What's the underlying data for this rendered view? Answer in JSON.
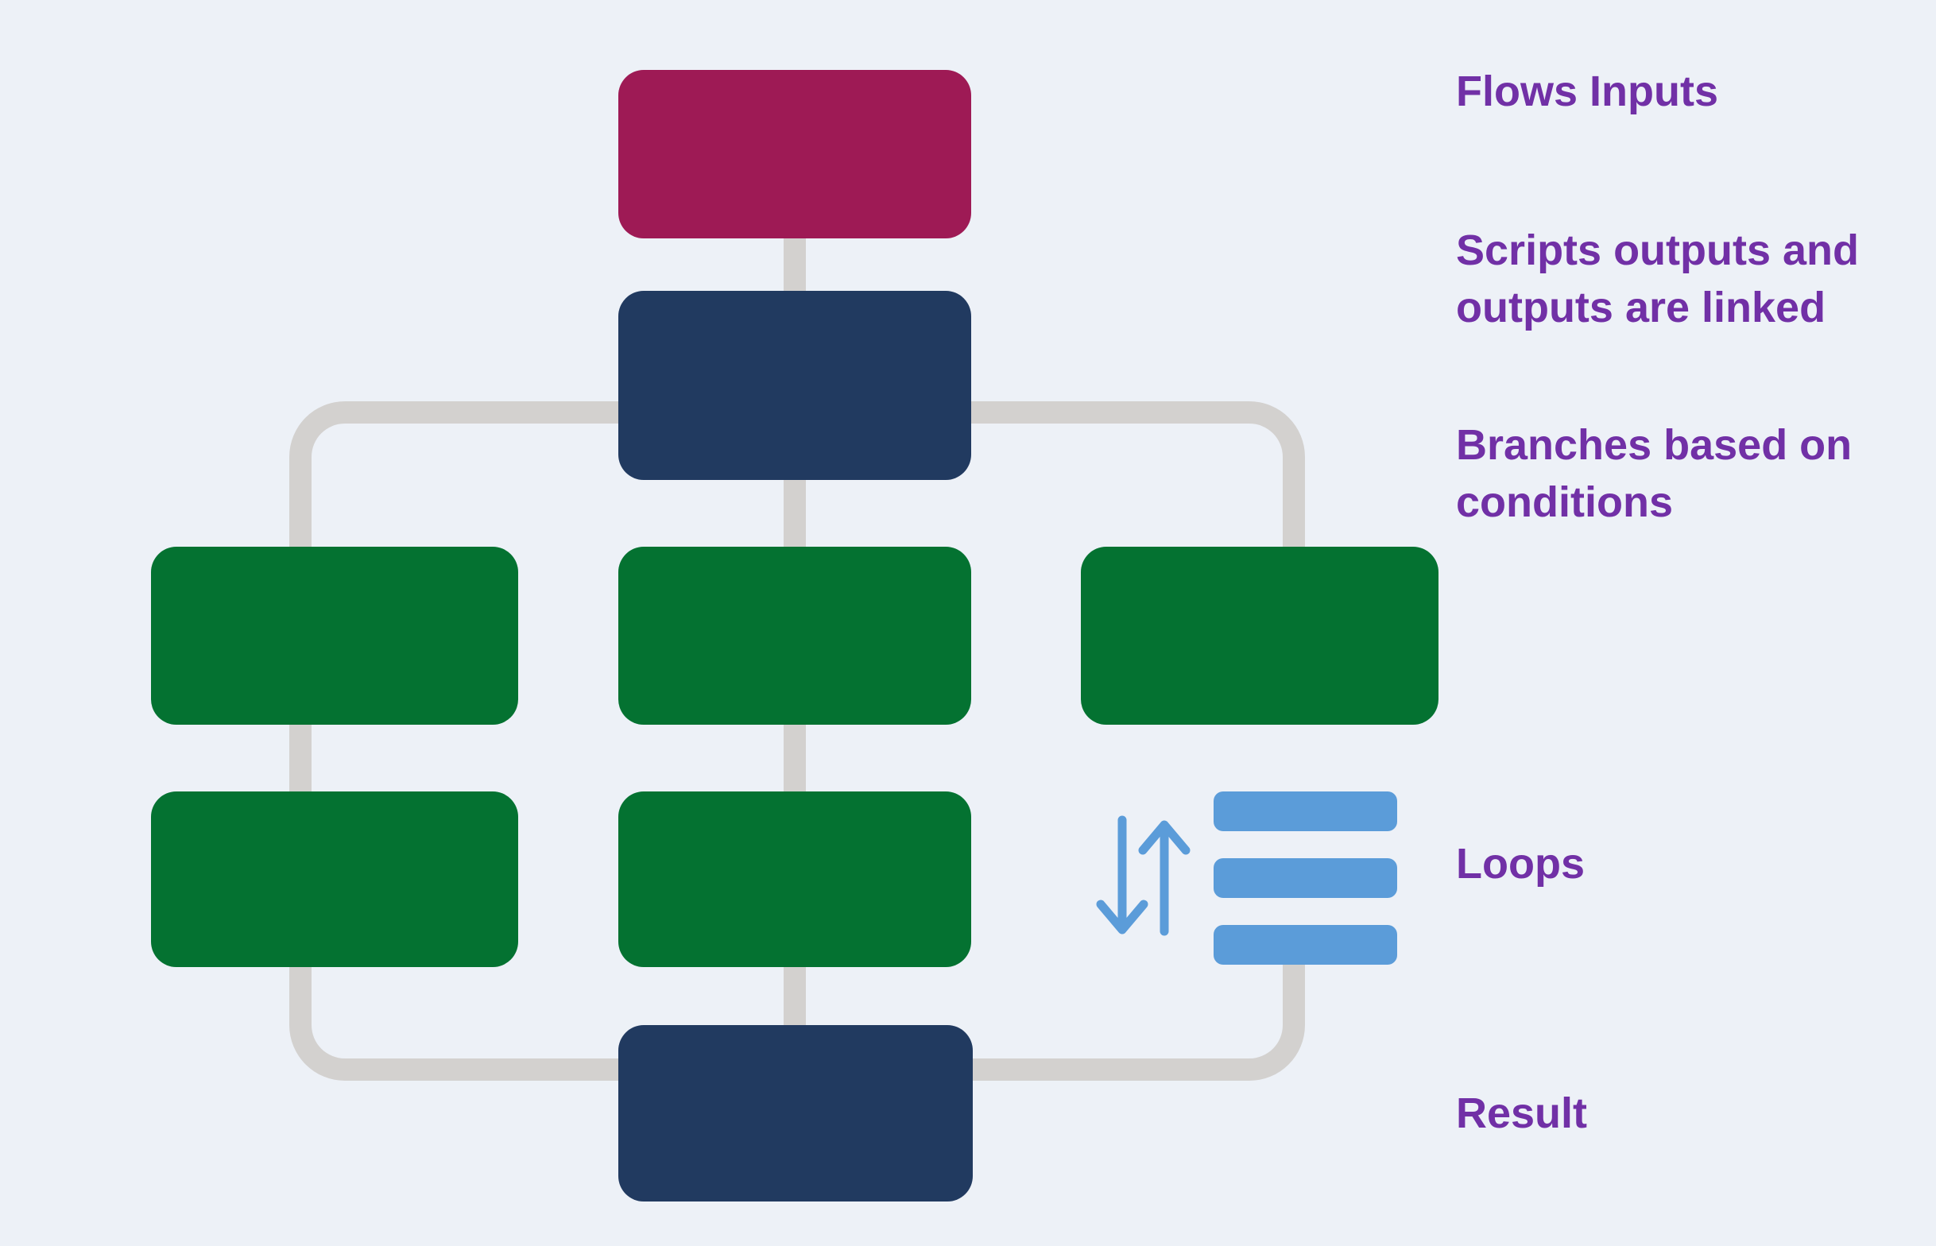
{
  "page": {
    "type": "flowchart-infographic"
  },
  "colors": {
    "background": "#EDF1F7",
    "connector": "#D3D1CF",
    "input": "#9E1A55",
    "script": "#213A60",
    "branch": "#047231",
    "loop": "#5B9CD9",
    "label": "#7130A6"
  },
  "diagram": {
    "nodes": [
      {
        "id": "flow-input",
        "role": "input",
        "color": "#9E1A55"
      },
      {
        "id": "script-main",
        "role": "script",
        "color": "#213A60"
      },
      {
        "id": "branch-row1-left",
        "role": "branch",
        "color": "#047231"
      },
      {
        "id": "branch-row1-center",
        "role": "branch",
        "color": "#047231"
      },
      {
        "id": "branch-row1-right",
        "role": "branch",
        "color": "#047231"
      },
      {
        "id": "branch-row2-left",
        "role": "branch",
        "color": "#047231"
      },
      {
        "id": "branch-row2-center",
        "role": "branch",
        "color": "#047231"
      },
      {
        "id": "result",
        "role": "script",
        "color": "#213A60"
      }
    ],
    "icons": [
      {
        "id": "loop-arrows-icon",
        "meaning": "up-down loop arrows"
      },
      {
        "id": "loop-bars-icon",
        "meaning": "three stacked list bars"
      }
    ]
  },
  "annotations": [
    {
      "id": "flows-inputs",
      "text": "Flows Inputs"
    },
    {
      "id": "scripts-linked",
      "text": "Scripts outputs and\noutputs are linked"
    },
    {
      "id": "branches",
      "text": "Branches based on\nconditions"
    },
    {
      "id": "loops",
      "text": "Loops"
    },
    {
      "id": "result",
      "text": "Result"
    }
  ]
}
